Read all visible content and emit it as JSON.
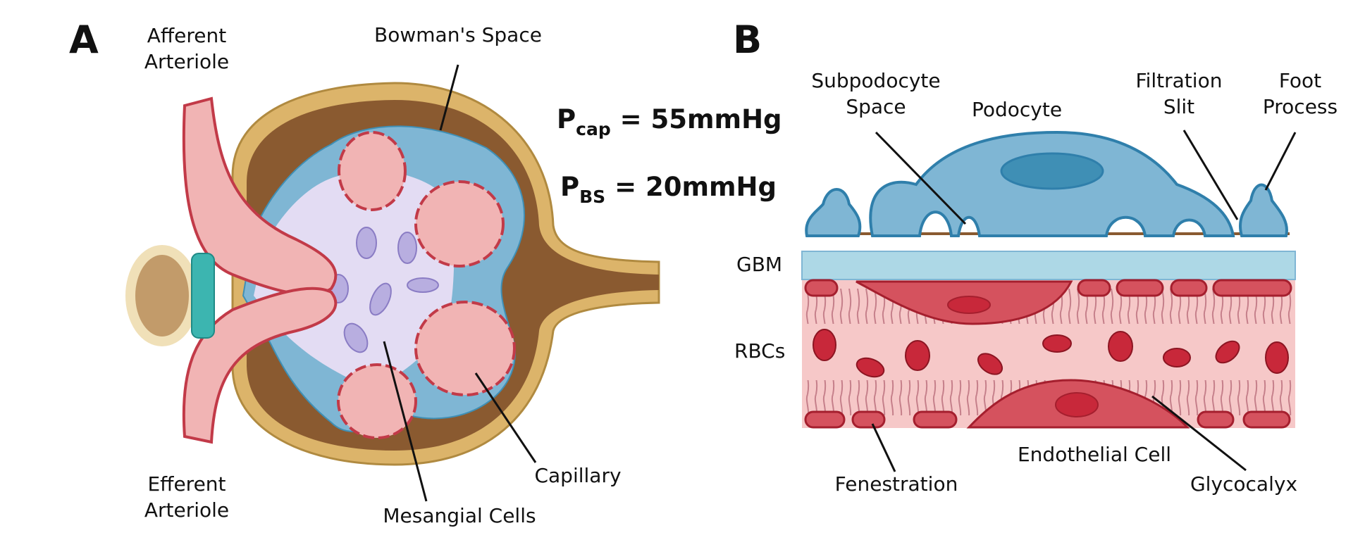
{
  "panel_a": {
    "letter": "A",
    "labels": {
      "afferent_1": "Afferent",
      "afferent_2": "Arteriole",
      "bowman": "Bowman's Space",
      "efferent_1": "Efferent",
      "efferent_2": "Arteriole",
      "capillary": "Capillary",
      "mesangial": "Mesangial Cells"
    },
    "pressures": {
      "cap_main": "P",
      "cap_sub": "cap",
      "cap_value": " = 55mmHg",
      "bs_main": "P",
      "bs_sub": "BS",
      "bs_value": " = 20mmHg"
    }
  },
  "panel_b": {
    "letter": "B",
    "labels": {
      "subpodocyte_1": "Subpodocyte",
      "subpodocyte_2": "Space",
      "podocyte": "Podocyte",
      "filtration_1": "Filtration",
      "filtration_2": "Slit",
      "foot_1": "Foot",
      "foot_2": "Process",
      "gbm": "GBM",
      "rbcs": "RBCs",
      "endothelial": "Endothelial Cell",
      "fenestration": "Fenestration",
      "glycocalyx": "Glycocalyx"
    }
  },
  "colors": {
    "capsule": "#dcb46a",
    "bowman_space": "#8a5a30",
    "podocyte": "#7fb6d4",
    "capillary": "#f1b4b4",
    "capillary_wall": "#c23a48",
    "mesangium": "#e3dcf3",
    "gbm": "#add8e6",
    "rbc": "#c8283a"
  }
}
